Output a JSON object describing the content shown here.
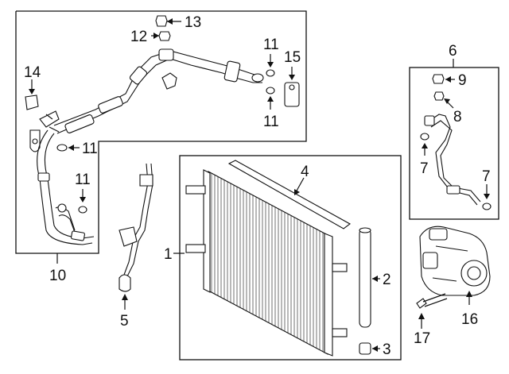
{
  "callouts": {
    "c1": "1",
    "c2": "2",
    "c3": "3",
    "c4": "4",
    "c5": "5",
    "c6": "6",
    "c7a": "7",
    "c7b": "7",
    "c8": "8",
    "c9": "9",
    "c10": "10",
    "c11a": "11",
    "c11b": "11",
    "c11c": "11",
    "c11d": "11",
    "c12": "12",
    "c13": "13",
    "c14": "14",
    "c15": "15",
    "c16": "16",
    "c17": "17"
  }
}
